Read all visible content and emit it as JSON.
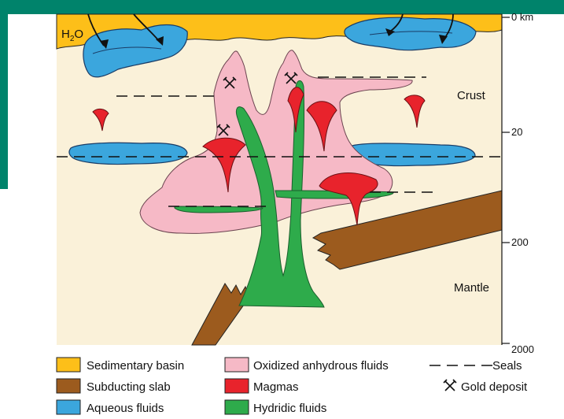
{
  "colors": {
    "frame": "#00836b",
    "background": "#faf1d9",
    "sedimentary": "#fdbf19",
    "aqueous": "#3ba6dd",
    "oxidized": "#f6b9c6",
    "magma": "#e8232c",
    "hydridic": "#2eab4b",
    "slab": "#9c5b1e"
  },
  "labels": {
    "water": "H2O",
    "water_main": "H",
    "water_sub": "2",
    "water_end": "O",
    "crust": "Crust",
    "mantle": "Mantle"
  },
  "depth_axis": {
    "ticks": [
      "0 km",
      "20",
      "200",
      "2000"
    ]
  },
  "legend": {
    "items": [
      {
        "label": "Sedimentary basin",
        "color": "#fdbf19",
        "icon": "swatch"
      },
      {
        "label": "Subducting slab",
        "color": "#9c5b1e",
        "icon": "swatch"
      },
      {
        "label": "Aqueous fluids",
        "color": "#3ba6dd",
        "icon": "swatch"
      },
      {
        "label": "Oxidized anhydrous fluids",
        "color": "#f6b9c6",
        "icon": "swatch"
      },
      {
        "label": "Magmas",
        "color": "#e8232c",
        "icon": "swatch"
      },
      {
        "label": "Hydridic fluids",
        "color": "#2eab4b",
        "icon": "swatch"
      },
      {
        "label": "Seals",
        "icon": "dashed-line"
      },
      {
        "label": "Gold deposit",
        "icon": "crossed-hammers-icon"
      }
    ]
  }
}
